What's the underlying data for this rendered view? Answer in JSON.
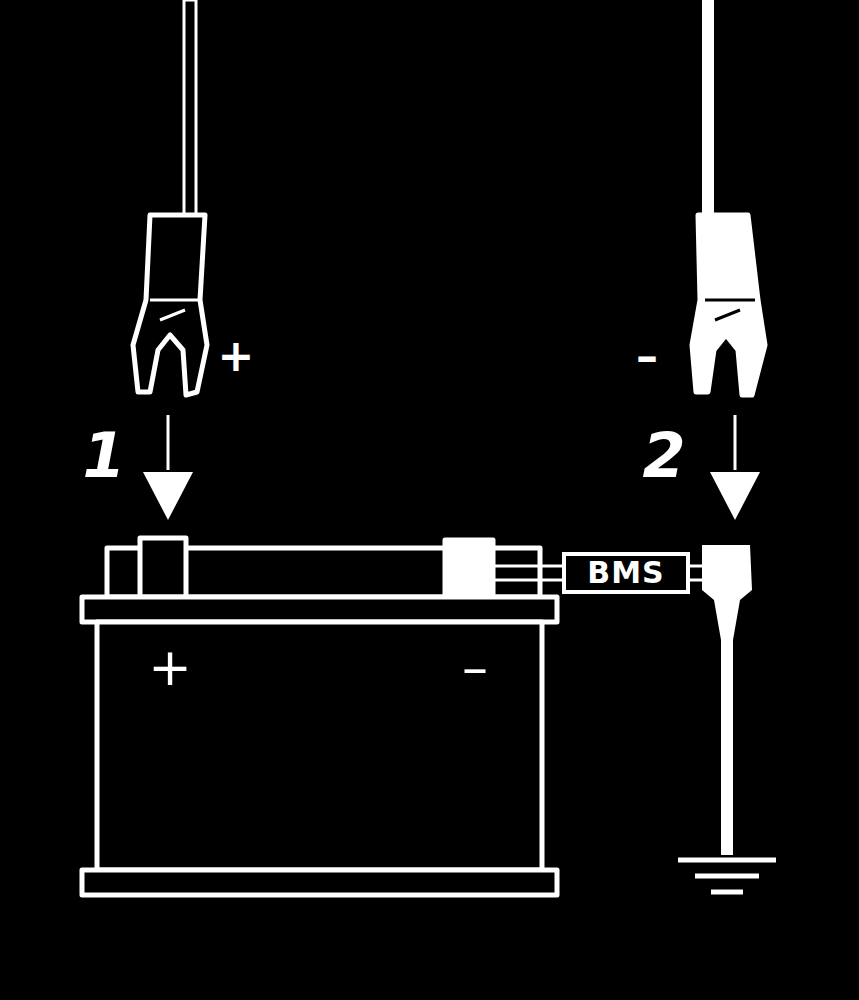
{
  "diagram": {
    "nodes": [
      {
        "text": [
          "+",
          "–"
        ]
      },
      {
        "text": [
          "BMS"
        ]
      }
    ],
    "edges": [
      {
        "from": 0,
        "to": 1,
        "arrow": "none"
      }
    ],
    "labels": [
      "+",
      "1",
      "–",
      "2"
    ]
  }
}
